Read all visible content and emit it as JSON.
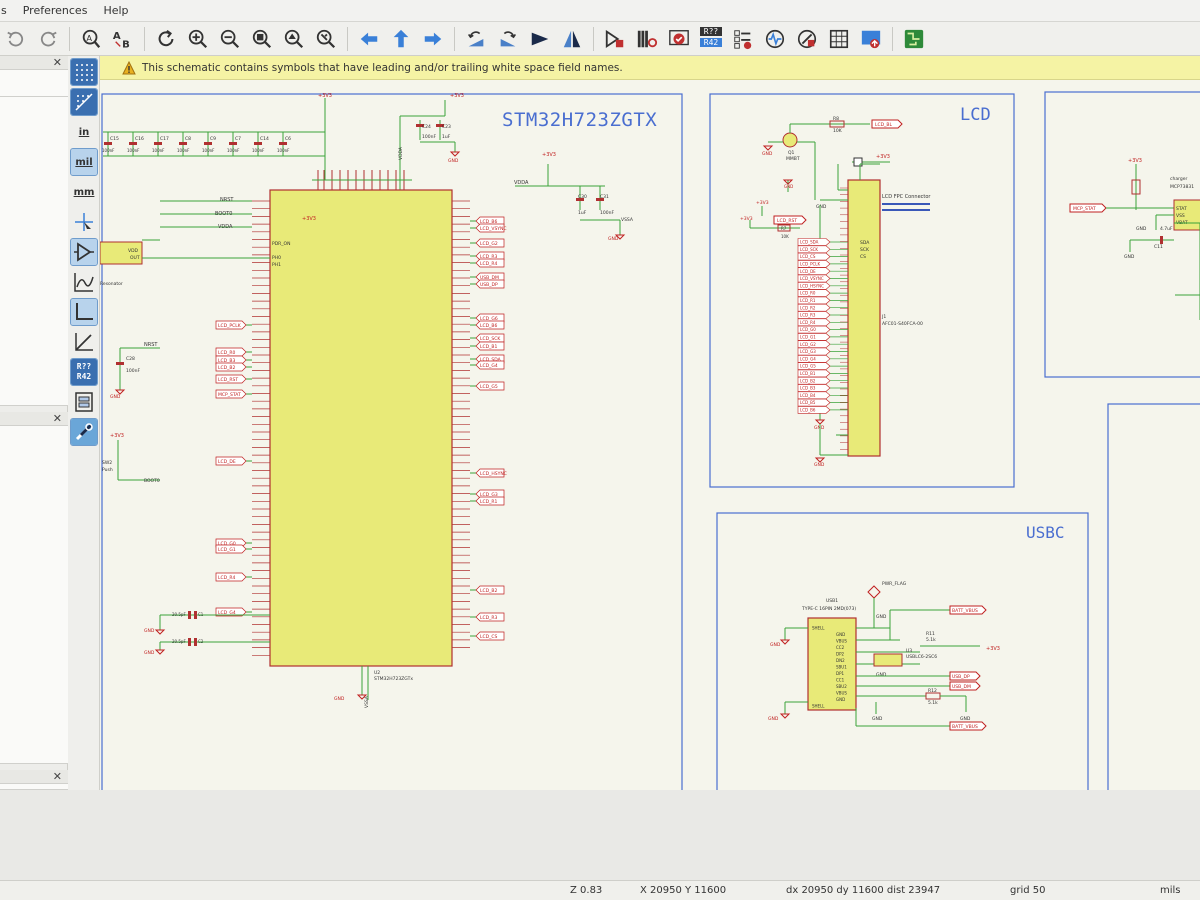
{
  "menu": {
    "items": [
      "s",
      "Preferences",
      "Help"
    ]
  },
  "toolbar": {
    "r77_top": "R??",
    "r77_bottom": "R42"
  },
  "infobar": {
    "message": "This schematic contains symbols that have leading and/or trailing white space field names."
  },
  "tools": {
    "unit_in": "in",
    "unit_mil": "mil",
    "unit_mm": "mm",
    "annotate_top": "R??",
    "annotate_bottom": "R42"
  },
  "sheets": {
    "mcu": {
      "title": "STM32H723ZGTX",
      "ref": "U2",
      "value": "STM32H723ZGTx",
      "power_labels": [
        "+3V3",
        "+3V3",
        "+3V3",
        "+3V3",
        "VDDA",
        "GND",
        "GND",
        "GND",
        "GND",
        "GND",
        "GND",
        "VSSA",
        "VDDA"
      ],
      "left_pins": [
        "NRST",
        "BOOT0",
        "VDDA",
        "PDR_ON",
        "PH0",
        "PH1"
      ],
      "net_labels_right": [
        "LCD_B6",
        "LCD_VSYNC",
        "LCD_G2",
        "LCD_R3",
        "LCD_R4",
        "USB_DM",
        "USB_DP",
        "LCD_G6",
        "LCD_B6",
        "LCD_SCK",
        "LCD_B1",
        "LCD_SDA",
        "LCD_G4",
        "LCD_G5",
        "LCD_HSYNC",
        "LCD_G3",
        "LCD_R1",
        "LCD_B2",
        "LCD_R3",
        "LCD_CS"
      ],
      "net_labels_left": [
        "LCD_PCLK",
        "LCD_R0",
        "LCD_B3",
        "LCD_B2",
        "LCD_RST",
        "MCP_STAT",
        "LCD_DE",
        "LCD_G0",
        "LCD_G1",
        "LCD_R4",
        "LCD_G4"
      ],
      "caps": [
        "C15",
        "C16",
        "C17",
        "C8",
        "C9",
        "C7",
        "C14",
        "C6",
        "C24",
        "C23",
        "C30",
        "C31",
        "C28"
      ],
      "cap_values": [
        "100nF",
        "100nF",
        "100nF",
        "100nF",
        "100nF",
        "100nF",
        "100nF",
        "100nF",
        "100nF",
        "1uF",
        "1uF",
        "100nF",
        "100nF"
      ],
      "misc": [
        "NRST",
        "BOOT0",
        "VDDA",
        "OUT",
        "VDD",
        "Resonator",
        "SW2",
        "Push",
        "BOOT0",
        "NRST",
        "VDDA",
        "VSSA",
        "20.5pF",
        "20.5pF",
        "C1",
        "C2"
      ]
    },
    "lcd": {
      "title": "LCD",
      "connector_title": "LCD FPC Connector",
      "connector_ref": "J1",
      "connector_value": "AFC01-S40FCA-00",
      "labels": [
        "LCD_BL",
        "R8",
        "10K",
        "Q1",
        "MMBT",
        "+3V3",
        "GND",
        "LCD_RST",
        "R7",
        "10K",
        "+3V3",
        "GND",
        "SDA",
        "SCK",
        "CS"
      ],
      "nets": [
        "LCD_SDA",
        "LCD_SCK",
        "LCD_CS",
        "LCD_PCLK",
        "LCD_DE",
        "LCD_VSYNC",
        "LCD_HSYNC",
        "LCD_R0",
        "LCD_R1",
        "LCD_R2",
        "LCD_R3",
        "LCD_R4",
        "LCD_G0",
        "LCD_G1",
        "LCD_G2",
        "LCD_G3",
        "LCD_G4",
        "LCD_G5",
        "LCD_B1",
        "LCD_B2",
        "LCD_B3",
        "LCD_B4",
        "LCD_B5",
        "LCD_B6",
        "GND"
      ]
    },
    "usbc": {
      "title": "USBC",
      "ref": "USB1",
      "value": "TYPE-C 16PIN 2MD(073)",
      "labels": [
        "PWR_FLAG",
        "GND",
        "BATT_VBUS",
        "+3V3",
        "USB_DP",
        "USB_DM",
        "BATT_VBUS",
        "GND",
        "GND",
        "U3",
        "USBLC6-2SC6",
        "GND",
        "R11",
        "5.1k",
        "R12",
        "5.1k"
      ],
      "pins": [
        "SHELL",
        "GND",
        "VBUS",
        "CC2",
        "DP2",
        "DN2",
        "SBU1",
        "DP1",
        "CC1",
        "SBU2",
        "VBUS",
        "GND",
        "SHELL"
      ]
    },
    "charger": {
      "labels": [
        "+3V3",
        "MCP_STAT",
        "charger",
        "MCP73831",
        "STAT",
        "VSS",
        "VBAT",
        "GND",
        "C11",
        "4.7uF",
        "GND"
      ]
    }
  },
  "status": {
    "zoom": "Z 0.83",
    "xy": "X 20950  Y 11600",
    "delta": "dx 20950  dy 11600  dist 23947",
    "grid": "grid 50",
    "units": "mils"
  },
  "colors": {
    "sheet_border": "#4a6ed0",
    "component_fill": "#e8ea78",
    "component_border": "#b03030",
    "wire": "#3aa33a",
    "net_label": "#c02020",
    "power": "#c02020",
    "info_bar": "#f5f3a4",
    "canvas_bg": "#f5f5ec"
  }
}
